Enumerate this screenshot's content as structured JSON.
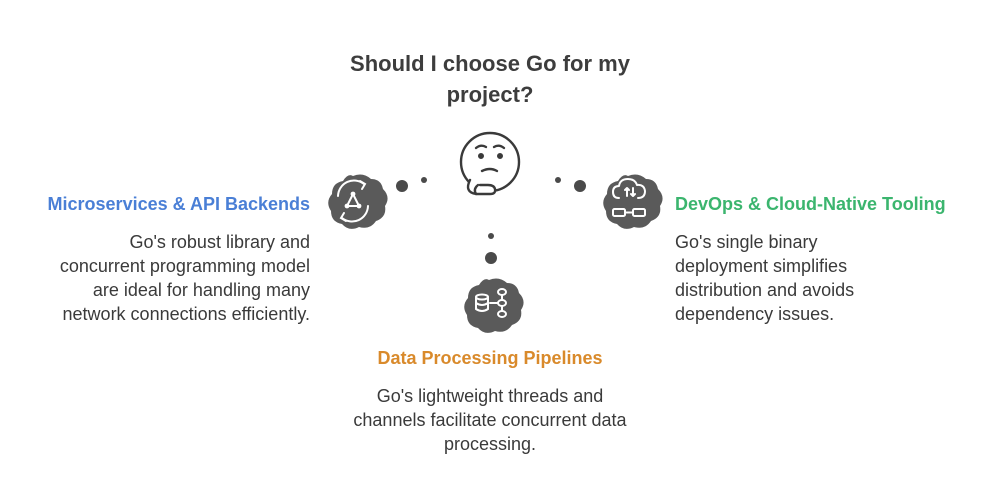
{
  "title": "Should I choose Go for my project?",
  "colors": {
    "left": "#4a7fd6",
    "right": "#3bb56e",
    "center": "#d98a2b",
    "icon_bg": "#5a5a5a",
    "dot": "#4a4a4a"
  },
  "branches": {
    "left": {
      "heading": "Microservices & API Backends",
      "body": "Go's robust library and concurrent programming model are ideal for handling many network connections efficiently.",
      "icon": "cycle-network-icon"
    },
    "right": {
      "heading": "DevOps & Cloud-Native Tooling",
      "body": "Go's single binary deployment simplifies distribution and avoids dependency issues.",
      "icon": "cloud-server-icon"
    },
    "center": {
      "heading": "Data Processing Pipelines",
      "body": "Go's lightweight threads and channels facilitate concurrent data processing.",
      "icon": "database-pipeline-icon"
    }
  },
  "center_icon": "thinking-face-icon"
}
